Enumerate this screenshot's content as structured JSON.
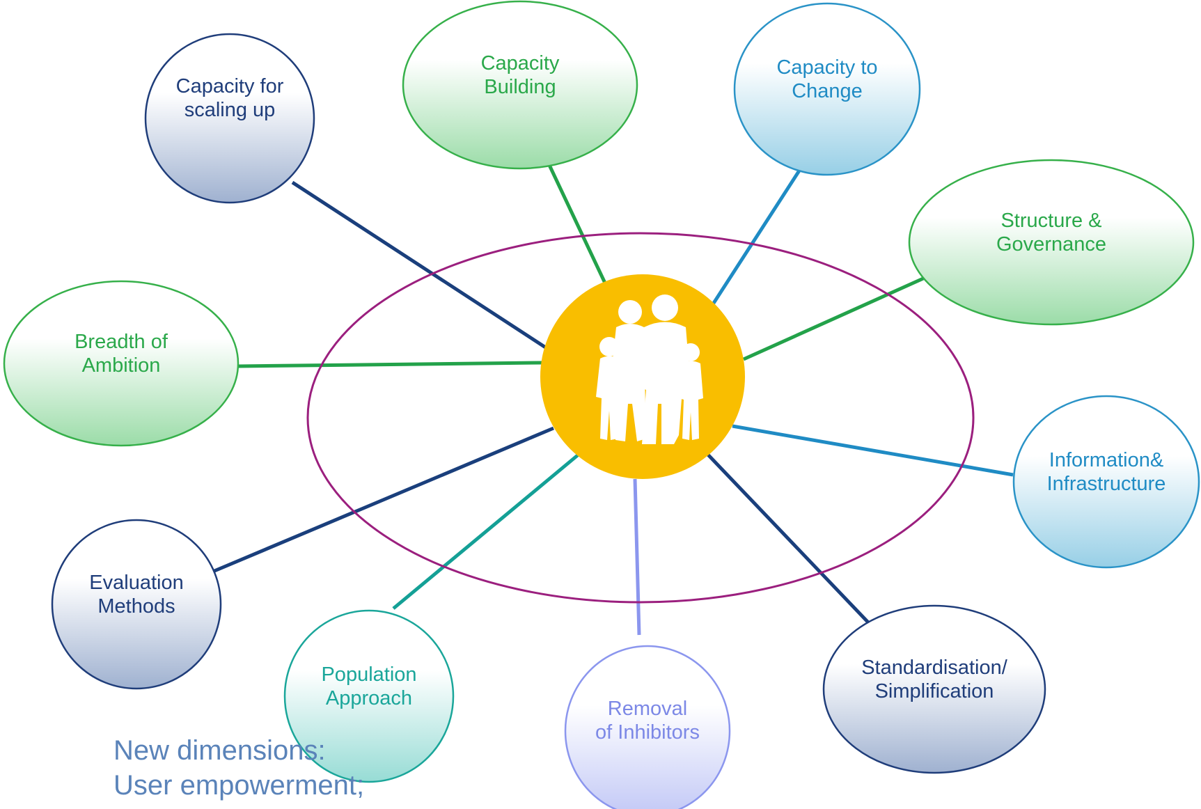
{
  "diagram": {
    "center": {
      "icon": "family-silhouette-icon"
    },
    "nodes": [
      {
        "id": "capacity-for-scaling-up",
        "lines": [
          "Capacity for",
          "scaling up"
        ],
        "theme": "navy"
      },
      {
        "id": "capacity-building",
        "lines": [
          "Capacity",
          "Building"
        ],
        "theme": "green"
      },
      {
        "id": "capacity-to-change",
        "lines": [
          "Capacity to",
          "Change"
        ],
        "theme": "blue"
      },
      {
        "id": "structure-governance",
        "lines": [
          "Structure &",
          "Governance"
        ],
        "theme": "green"
      },
      {
        "id": "breadth-of-ambition",
        "lines": [
          "Breadth of",
          "Ambition"
        ],
        "theme": "green"
      },
      {
        "id": "information-infrastructure",
        "lines": [
          "Information&",
          "Infrastructure"
        ],
        "theme": "blue"
      },
      {
        "id": "evaluation-methods",
        "lines": [
          "Evaluation",
          "Methods"
        ],
        "theme": "navy"
      },
      {
        "id": "population-approach",
        "lines": [
          "Population",
          "Approach"
        ],
        "theme": "teal"
      },
      {
        "id": "removal-of-inhibitors",
        "lines": [
          "Removal",
          "of Inhibitors"
        ],
        "theme": "lavender"
      },
      {
        "id": "standardisation-simplification",
        "lines": [
          "Standardisation/",
          "Simplification"
        ],
        "theme": "navy"
      }
    ],
    "themes": {
      "navy": {
        "stroke": "#1f3d7a",
        "text": "#1f3d7a",
        "fill": "#9fb1d0",
        "line": "#1a3f7c"
      },
      "green": {
        "stroke": "#36b04a",
        "text": "#2aa84a",
        "fill": "#9bdca8",
        "line": "#23a24a"
      },
      "blue": {
        "stroke": "#2a93c7",
        "text": "#1f8bc4",
        "fill": "#97cfe6",
        "line": "#1f8bc4"
      },
      "teal": {
        "stroke": "#1aa69a",
        "text": "#1aa69a",
        "fill": "#97dcd5",
        "line": "#14a096"
      },
      "lavender": {
        "stroke": "#8b96ee",
        "text": "#7c88e6",
        "fill": "#c2c8f6",
        "line": "#8b96ee"
      }
    },
    "ring_color": "#9b1f7e",
    "center_color": "#f9be00"
  },
  "footer": {
    "line1": "New dimensions:",
    "line2": "User empowerment;"
  }
}
